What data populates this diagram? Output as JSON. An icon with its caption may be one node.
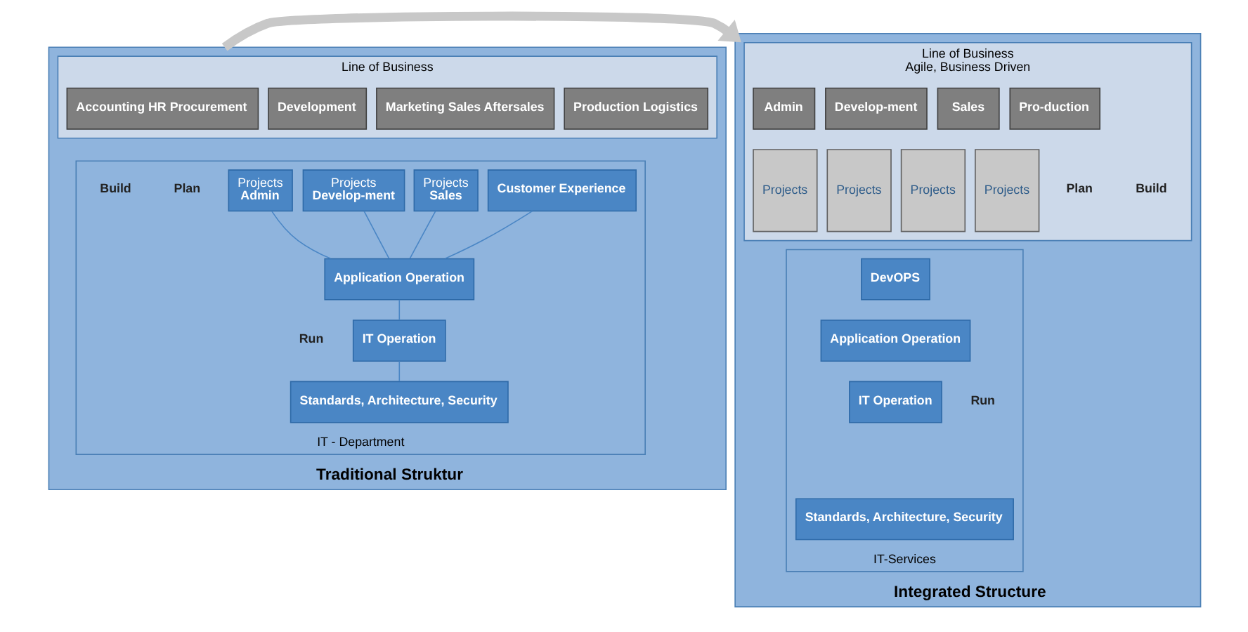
{
  "diagram": {
    "nodes": [
      {
        "text": [
          "Traditional Struktur"
        ]
      },
      {
        "text": [
          "Line of Business"
        ],
        "in": 0
      },
      {
        "text": [
          "Accounting HR Procurement"
        ],
        "in": 1
      },
      {
        "text": [
          "Development"
        ],
        "in": 1
      },
      {
        "text": [
          "Marketing Sales Aftersales"
        ],
        "in": 1
      },
      {
        "text": [
          "Production Logistics"
        ],
        "in": 1
      },
      {
        "text": [
          "IT - Department"
        ],
        "in": 0
      },
      {
        "text": [
          "Projects",
          "Admin"
        ],
        "in": 6
      },
      {
        "text": [
          "Projects",
          "Develop-ment"
        ],
        "in": 6
      },
      {
        "text": [
          "Projects",
          "Sales"
        ],
        "in": 6
      },
      {
        "text": [
          "Customer Experience"
        ],
        "in": 6
      },
      {
        "text": [
          "Application Operation"
        ],
        "in": 6
      },
      {
        "text": [
          "IT Operation"
        ],
        "in": 6
      },
      {
        "text": [
          "Standards, Architecture, Security"
        ],
        "in": 6
      },
      {
        "text": [
          "Integrated Structure"
        ]
      },
      {
        "text": [
          "Line of Business",
          "Agile, Business Driven"
        ],
        "in": 14
      },
      {
        "text": [
          "Admin"
        ],
        "in": 15
      },
      {
        "text": [
          "Develop-ment"
        ],
        "in": 15
      },
      {
        "text": [
          "Sales"
        ],
        "in": 15
      },
      {
        "text": [
          "Pro-duction"
        ],
        "in": 15
      },
      {
        "text": [
          "Projects"
        ],
        "in": 15
      },
      {
        "text": [
          "Projects"
        ],
        "in": 15
      },
      {
        "text": [
          "Projects"
        ],
        "in": 15
      },
      {
        "text": [
          "Projects"
        ],
        "in": 15
      },
      {
        "text": [
          "IT-Services"
        ],
        "in": 14
      },
      {
        "text": [
          "DevOPS"
        ],
        "in": 24
      },
      {
        "text": [
          "Application Operation"
        ],
        "in": 24
      },
      {
        "text": [
          "IT Operation"
        ],
        "in": 24
      },
      {
        "text": [
          "Standards, Architecture, Security"
        ],
        "in": 24
      }
    ],
    "edges": [
      {
        "from": 7,
        "to": 11,
        "arrow": "none"
      },
      {
        "from": 8,
        "to": 11,
        "arrow": "none"
      },
      {
        "from": 9,
        "to": 11,
        "arrow": "none"
      },
      {
        "from": 10,
        "to": 11,
        "arrow": "none"
      },
      {
        "from": 11,
        "to": 12,
        "arrow": "none"
      },
      {
        "from": 12,
        "to": 13,
        "arrow": "none"
      },
      {
        "from": 0,
        "to": 14,
        "arrow": "to",
        "style": "thick",
        "color": "#c8c8c8"
      }
    ],
    "labels": [
      "Plan",
      "Build",
      "Run",
      "Plan",
      "Build",
      "Run"
    ]
  }
}
